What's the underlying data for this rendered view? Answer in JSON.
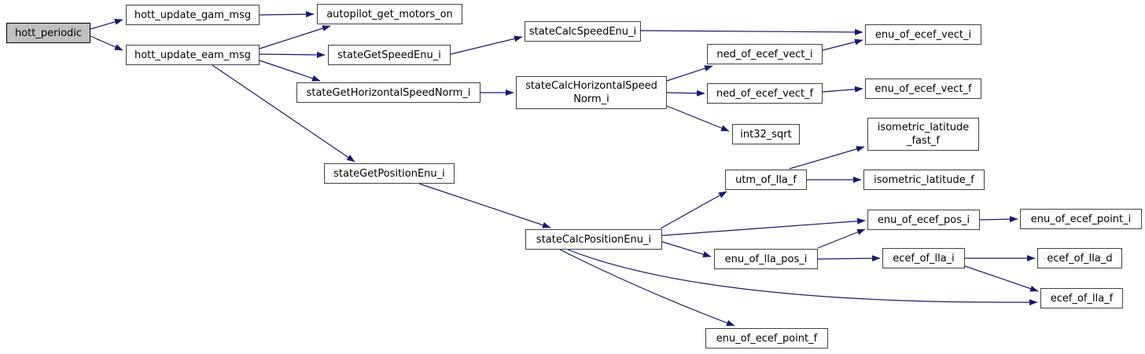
{
  "diagram": {
    "type": "call-graph",
    "background_color": "#ffffff",
    "edge_color": "#191970",
    "node_fill": "#ffffff",
    "node_border_color": "#404040",
    "highlighted_node_fill": "#c0c0c0",
    "nodes": [
      {
        "id": "hott_periodic",
        "label": "hott_periodic",
        "highlighted": true
      },
      {
        "id": "hott_update_gam_msg",
        "label": "hott_update_gam_msg"
      },
      {
        "id": "hott_update_eam_msg",
        "label": "hott_update_eam_msg"
      },
      {
        "id": "autopilot_get_motors_on",
        "label": "autopilot_get_motors_on"
      },
      {
        "id": "stateGetSpeedEnu_i",
        "label": "stateGetSpeedEnu_i"
      },
      {
        "id": "stateCalcSpeedEnu_i",
        "label": "stateCalcSpeedEnu_i"
      },
      {
        "id": "stateGetHorizontalSpeedNorm_i",
        "label": "stateGetHorizontalSpeedNorm_i"
      },
      {
        "id": "stateCalcHorizontalSpeedNorm_i",
        "label": [
          "stateCalcHorizontalSpeed",
          "Norm_i"
        ]
      },
      {
        "id": "ned_of_ecef_vect_i",
        "label": "ned_of_ecef_vect_i"
      },
      {
        "id": "enu_of_ecef_vect_i",
        "label": "enu_of_ecef_vect_i"
      },
      {
        "id": "ned_of_ecef_vect_f",
        "label": "ned_of_ecef_vect_f"
      },
      {
        "id": "enu_of_ecef_vect_f",
        "label": "enu_of_ecef_vect_f"
      },
      {
        "id": "int32_sqrt",
        "label": "int32_sqrt"
      },
      {
        "id": "isometric_latitude_fast_f",
        "label": [
          "isometric_latitude",
          "_fast_f"
        ]
      },
      {
        "id": "utm_of_lla_f",
        "label": "utm_of_lla_f"
      },
      {
        "id": "isometric_latitude_f",
        "label": "isometric_latitude_f"
      },
      {
        "id": "stateGetPositionEnu_i",
        "label": "stateGetPositionEnu_i"
      },
      {
        "id": "stateCalcPositionEnu_i",
        "label": "stateCalcPositionEnu_i"
      },
      {
        "id": "enu_of_ecef_pos_i",
        "label": "enu_of_ecef_pos_i"
      },
      {
        "id": "enu_of_ecef_point_i",
        "label": "enu_of_ecef_point_i"
      },
      {
        "id": "enu_of_lla_pos_i",
        "label": "enu_of_lla_pos_i"
      },
      {
        "id": "ecef_of_lla_i",
        "label": "ecef_of_lla_i"
      },
      {
        "id": "ecef_of_lla_d",
        "label": "ecef_of_lla_d"
      },
      {
        "id": "ecef_of_lla_f",
        "label": "ecef_of_lla_f"
      },
      {
        "id": "enu_of_ecef_point_f",
        "label": "enu_of_ecef_point_f"
      }
    ],
    "edges": [
      {
        "from": "hott_periodic",
        "to": "hott_update_gam_msg"
      },
      {
        "from": "hott_periodic",
        "to": "hott_update_eam_msg"
      },
      {
        "from": "hott_update_gam_msg",
        "to": "autopilot_get_motors_on"
      },
      {
        "from": "hott_update_eam_msg",
        "to": "autopilot_get_motors_on"
      },
      {
        "from": "hott_update_eam_msg",
        "to": "stateGetSpeedEnu_i"
      },
      {
        "from": "hott_update_eam_msg",
        "to": "stateGetHorizontalSpeedNorm_i"
      },
      {
        "from": "hott_update_eam_msg",
        "to": "stateGetPositionEnu_i"
      },
      {
        "from": "stateGetSpeedEnu_i",
        "to": "stateCalcSpeedEnu_i"
      },
      {
        "from": "stateCalcSpeedEnu_i",
        "to": "enu_of_ecef_vect_i"
      },
      {
        "from": "stateGetHorizontalSpeedNorm_i",
        "to": "stateCalcHorizontalSpeedNorm_i"
      },
      {
        "from": "stateCalcHorizontalSpeedNorm_i",
        "to": "ned_of_ecef_vect_i"
      },
      {
        "from": "stateCalcHorizontalSpeedNorm_i",
        "to": "ned_of_ecef_vect_f"
      },
      {
        "from": "stateCalcHorizontalSpeedNorm_i",
        "to": "int32_sqrt"
      },
      {
        "from": "ned_of_ecef_vect_i",
        "to": "enu_of_ecef_vect_i"
      },
      {
        "from": "ned_of_ecef_vect_f",
        "to": "enu_of_ecef_vect_f"
      },
      {
        "from": "stateGetPositionEnu_i",
        "to": "stateCalcPositionEnu_i"
      },
      {
        "from": "stateCalcPositionEnu_i",
        "to": "utm_of_lla_f"
      },
      {
        "from": "stateCalcPositionEnu_i",
        "to": "enu_of_ecef_pos_i"
      },
      {
        "from": "stateCalcPositionEnu_i",
        "to": "enu_of_lla_pos_i"
      },
      {
        "from": "stateCalcPositionEnu_i",
        "to": "enu_of_ecef_point_f"
      },
      {
        "from": "stateCalcPositionEnu_i",
        "to": "ecef_of_lla_f"
      },
      {
        "from": "utm_of_lla_f",
        "to": "isometric_latitude_fast_f"
      },
      {
        "from": "utm_of_lla_f",
        "to": "isometric_latitude_f"
      },
      {
        "from": "enu_of_ecef_pos_i",
        "to": "enu_of_ecef_point_i"
      },
      {
        "from": "enu_of_lla_pos_i",
        "to": "enu_of_ecef_pos_i"
      },
      {
        "from": "enu_of_lla_pos_i",
        "to": "ecef_of_lla_i"
      },
      {
        "from": "ecef_of_lla_i",
        "to": "ecef_of_lla_d"
      },
      {
        "from": "ecef_of_lla_i",
        "to": "ecef_of_lla_f"
      }
    ]
  }
}
